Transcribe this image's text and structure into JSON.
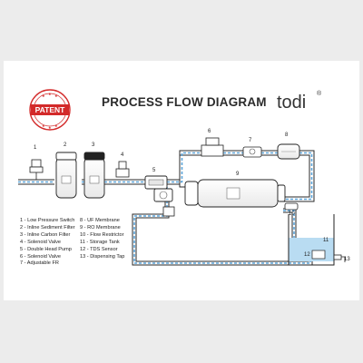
{
  "title": "PROCESS FLOW DIAGRAM",
  "brand": {
    "name": "todi",
    "mark": "®"
  },
  "stamp": {
    "word": "PATENT"
  },
  "component_numbers": [
    "1",
    "2",
    "3",
    "4",
    "5",
    "6",
    "7",
    "8",
    "9",
    "10",
    "11",
    "12",
    "13"
  ],
  "legend_left": [
    "1 - Low Pressure Switch",
    "2 - Inline Sediment Filter",
    "3 - Inline Carbon Filter",
    "4 - Solenoid Valve",
    "5 - Double Head Pump",
    "6 - Solenoid Valve",
    "7 - Adjustable FR"
  ],
  "legend_right": [
    "8 - UF Membrane",
    "9 - RO Membrane",
    "10 - Flow Restrictor",
    "11 - Storage Tank",
    "12 - TDS Sensor",
    "13 - Dispensing Tap"
  ],
  "colors": {
    "pipe_outline": "#2a2a2a",
    "flow_dash": "#5aa3d8",
    "stamp_red": "#d32a2a",
    "water": "#b9dcf2"
  }
}
